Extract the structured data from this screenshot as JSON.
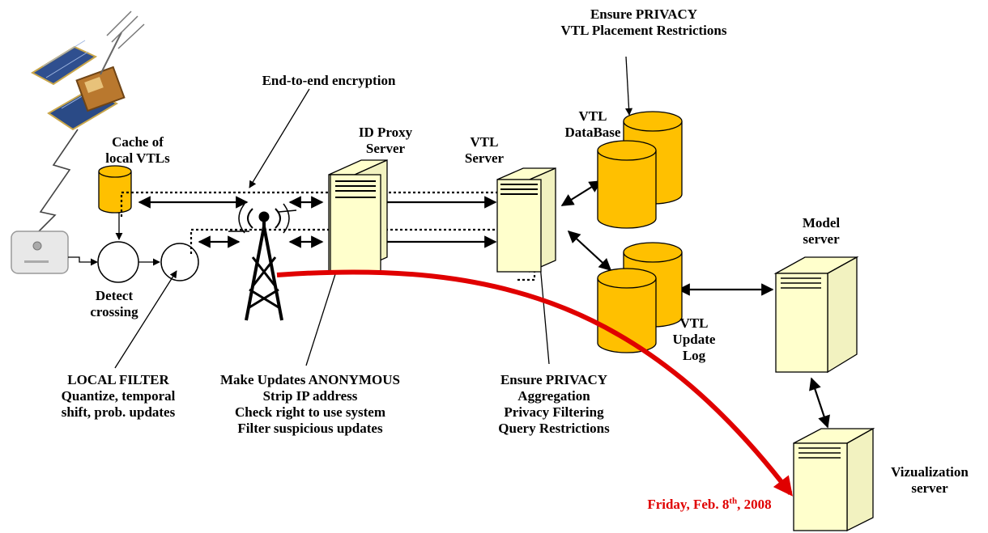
{
  "labels": {
    "ensure_privacy_top": [
      "Ensure PRIVACY",
      "VTL Placement Restrictions"
    ],
    "end_to_end": "End-to-end encryption",
    "cache": [
      "Cache of",
      "local VTLs"
    ],
    "id_proxy": [
      "ID Proxy",
      "Server"
    ],
    "vtl_server": [
      "VTL",
      "Server"
    ],
    "vtl_database": [
      "VTL",
      "DataBase"
    ],
    "model_server": [
      "Model",
      "server"
    ],
    "detect": [
      "Detect",
      "crossing"
    ],
    "vtl_update_log": [
      "VTL",
      "Update",
      "Log"
    ],
    "local_filter": [
      "LOCAL FILTER",
      "Quantize, temporal",
      "shift, prob. updates"
    ],
    "make_updates": [
      "Make Updates ANONYMOUS",
      "Strip IP address",
      "Check right to use system",
      "Filter suspicious updates"
    ],
    "ensure_privacy_bottom": [
      "Ensure PRIVACY",
      "Aggregation",
      "Privacy Filtering",
      "Query Restrictions"
    ],
    "visualization_server": [
      "Vizualization",
      "server"
    ],
    "date": {
      "prefix": "Friday, Feb. 8",
      "sup": "th",
      "suffix": ", 2008"
    }
  },
  "colors": {
    "database": "#ffc000",
    "server": "#ffffcc",
    "highlight_arrow": "#e00000"
  },
  "icons": [
    "satellite-icon",
    "lightning-icon",
    "gps-device-icon",
    "radio-tower-icon"
  ]
}
